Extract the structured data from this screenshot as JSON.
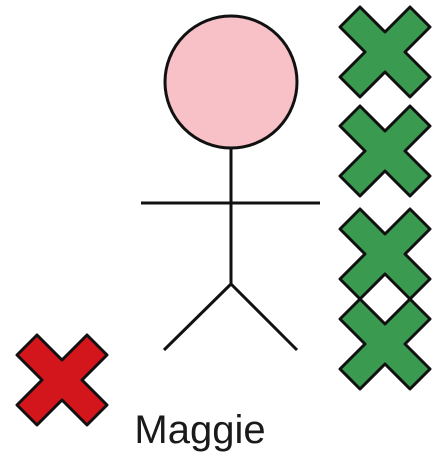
{
  "figure": {
    "name": "Maggie",
    "head_color": "#f7c1c7"
  },
  "marks": {
    "green_count": 4,
    "green_color": "#3a9a50",
    "red_count": 1,
    "red_color": "#d3161c",
    "green_icon": "x-mark-icon",
    "red_icon": "x-mark-icon"
  }
}
